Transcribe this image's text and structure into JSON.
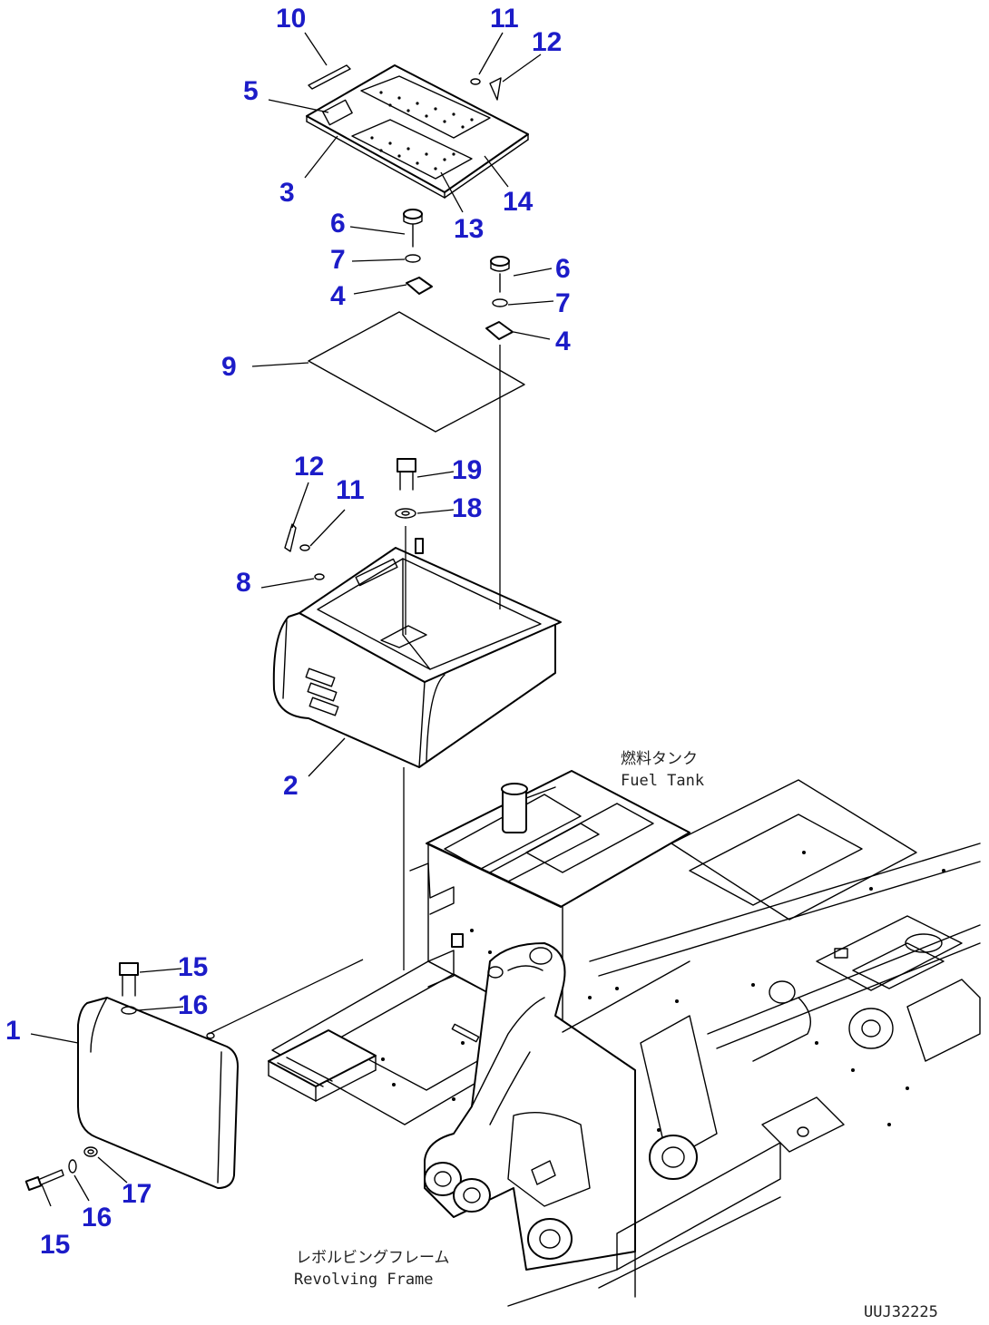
{
  "labels": {
    "jp_fuel_tank": "燃料タンク",
    "en_fuel_tank": "Fuel Tank",
    "jp_revolving_frame": "レボルビングフレーム",
    "en_revolving_frame": "Revolving Frame",
    "drawing_code": "UUJ32225"
  },
  "callouts": [
    "1",
    "2",
    "3",
    "4",
    "5",
    "6",
    "7",
    "8",
    "9",
    "10",
    "11",
    "12",
    "13",
    "14",
    "15",
    "16",
    "17",
    "18",
    "19"
  ],
  "colors": {
    "callout": "#1c1cc8",
    "line": "#000000",
    "background": "#ffffff"
  }
}
